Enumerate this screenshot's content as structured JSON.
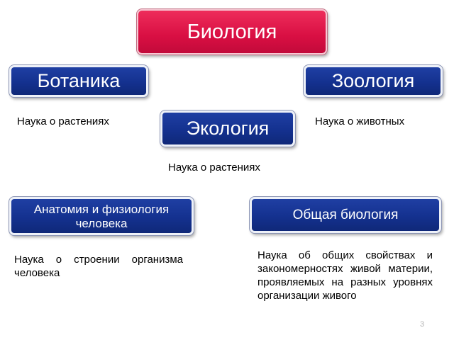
{
  "root": {
    "label": "Биология"
  },
  "branches": [
    {
      "label": "Ботаника",
      "description": "Наука о растениях"
    },
    {
      "label": "Зоология",
      "description": "Наука о животных"
    },
    {
      "label": "Экология",
      "description": "Наука о растениях"
    },
    {
      "label": "Анатомия и физиология человека",
      "description": "Наука о строении организма человека"
    },
    {
      "label": "Общая биология",
      "description": "Наука об общих свойствах и закономерностях живой материи, проявляемых на разных уровнях организации живого"
    }
  ],
  "slide_number": "3",
  "colors": {
    "root_fill": "#d90f43",
    "branch_fill": "#14318f",
    "box_text": "#ffffff"
  }
}
